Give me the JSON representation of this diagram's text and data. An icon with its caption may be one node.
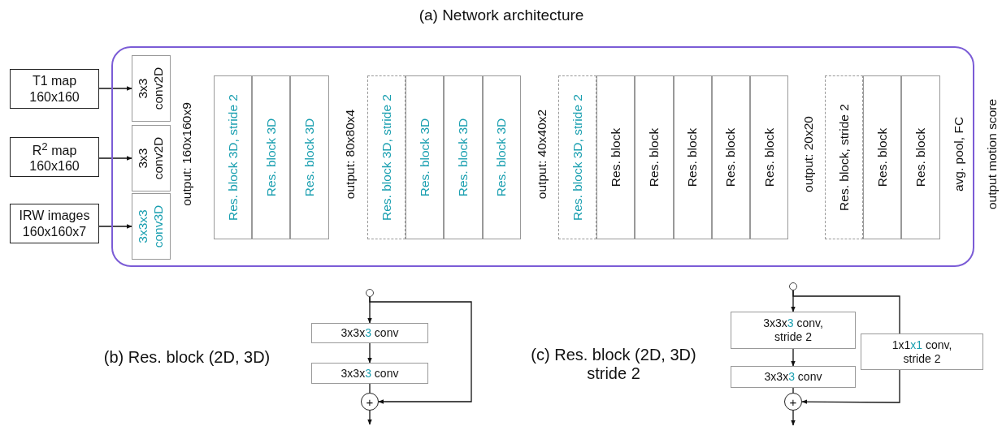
{
  "diagram": {
    "title": "(a) Network architecture",
    "nodes": [
      {
        "text": [],
        "shape": "box"
      },
      {
        "text": [
          "T1 map 160x160"
        ]
      },
      {
        "text": [
          "R$^{2}$ map 160x160"
        ]
      },
      {
        "text": [
          "IRW images 160x160x7"
        ]
      },
      {
        "text": [
          "3x3 conv2D"
        ],
        "in": 0
      },
      {
        "text": [
          "3x3 conv2D"
        ],
        "in": 0
      },
      {
        "text": [
          "3x3x3 conv3D"
        ],
        "in": 0
      },
      {
        "text": [
          "Res. block 3D, stride 2"
        ],
        "in": 0
      },
      {
        "text": [
          "Res. block 3D"
        ],
        "in": 0
      },
      {
        "text": [
          "Res. block 3D"
        ],
        "in": 0
      },
      {
        "text": [
          "Res. block 3D, stride 2"
        ],
        "in": 0
      },
      {
        "text": [
          "Res. block 3D"
        ],
        "in": 0
      },
      {
        "text": [
          "Res. block 3D"
        ],
        "in": 0
      },
      {
        "text": [
          "Res. block 3D"
        ],
        "in": 0
      },
      {
        "text": [
          "Res. block 3D, stride 2"
        ],
        "in": 0
      },
      {
        "text": [
          "Res. block"
        ],
        "in": 0
      },
      {
        "text": [
          "Res. block"
        ],
        "in": 0
      },
      {
        "text": [
          "Res. block"
        ],
        "in": 0
      },
      {
        "text": [
          "Res. block"
        ],
        "in": 0
      },
      {
        "text": [
          "Res. block"
        ],
        "in": 0
      },
      {
        "text": [
          "Res. block, stride 2"
        ],
        "in": 0
      },
      {
        "text": [
          "Res. block"
        ],
        "in": 0
      },
      {
        "text": [
          "Res. block"
        ],
        "in": 0
      },
      {
        "text": [],
        "shape": "circle"
      },
      {
        "text": [
          "3x3x3 conv"
        ]
      },
      {
        "text": [
          "3x3x3 conv"
        ]
      },
      {
        "text": [
          "+"
        ]
      },
      {
        "text": [],
        "shape": "circle"
      },
      {
        "text": [
          "3x3x3 conv, stride 2"
        ]
      },
      {
        "text": [
          "3x3x3 conv"
        ]
      },
      {
        "text": [
          "1x1x1 conv, stride 2"
        ]
      },
      {
        "text": [
          "+"
        ]
      }
    ],
    "edges": [
      {
        "from": 1,
        "to": 4,
        "arrow": "to"
      },
      {
        "from": 2,
        "to": 5,
        "arrow": "to"
      },
      {
        "from": 3,
        "to": 6,
        "arrow": "to"
      },
      {
        "from": 23,
        "to": 24,
        "arrow": "to"
      },
      {
        "from": 24,
        "to": 25,
        "arrow": "to"
      },
      {
        "from": 25,
        "to": 26,
        "arrow": "none"
      },
      {
        "from": 23,
        "to": 26,
        "arrow": "to"
      },
      {
        "from": 26,
        "to": null,
        "arrow": "to"
      },
      {
        "from": 27,
        "to": 28,
        "arrow": "to"
      },
      {
        "from": 28,
        "to": 29,
        "arrow": "to"
      },
      {
        "from": 29,
        "to": 31,
        "arrow": "none"
      },
      {
        "from": 27,
        "to": 30,
        "arrow": "none"
      },
      {
        "from": 30,
        "to": 31,
        "arrow": "to"
      },
      {
        "from": 31,
        "to": null,
        "arrow": "to"
      }
    ],
    "labels": [
      "output: 160x160x9",
      "output: 80x80x4",
      "output: 40x40x2",
      "output: 20x20",
      "avg. pool, FC",
      "output motion score",
      "(b) Res. block (2D, 3D)",
      "(c) Res. block (2D, 3D) stride 2"
    ]
  }
}
